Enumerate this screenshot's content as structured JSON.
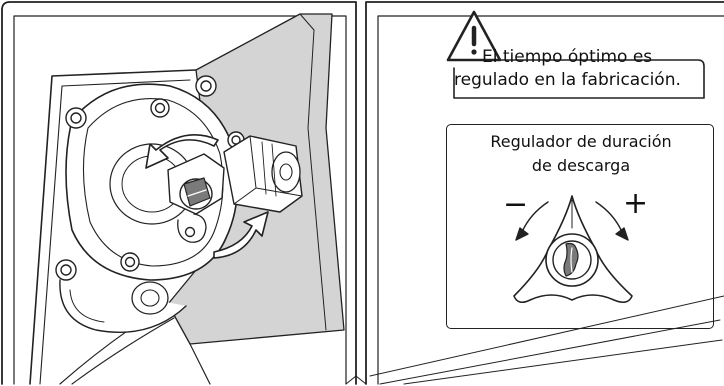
{
  "warning": {
    "line_1": "El tiempo óptimo es",
    "line_2": "regulado en la fabricación.",
    "icon": "warning-triangle-icon"
  },
  "regulator": {
    "title_line_1": "Regulador de duración",
    "title_line_2": "de descarga",
    "decrease_symbol": "−",
    "increase_symbol": "+"
  },
  "colors": {
    "line": "#222222",
    "recess_fill": "#d4d4d4",
    "background": "#ffffff"
  }
}
